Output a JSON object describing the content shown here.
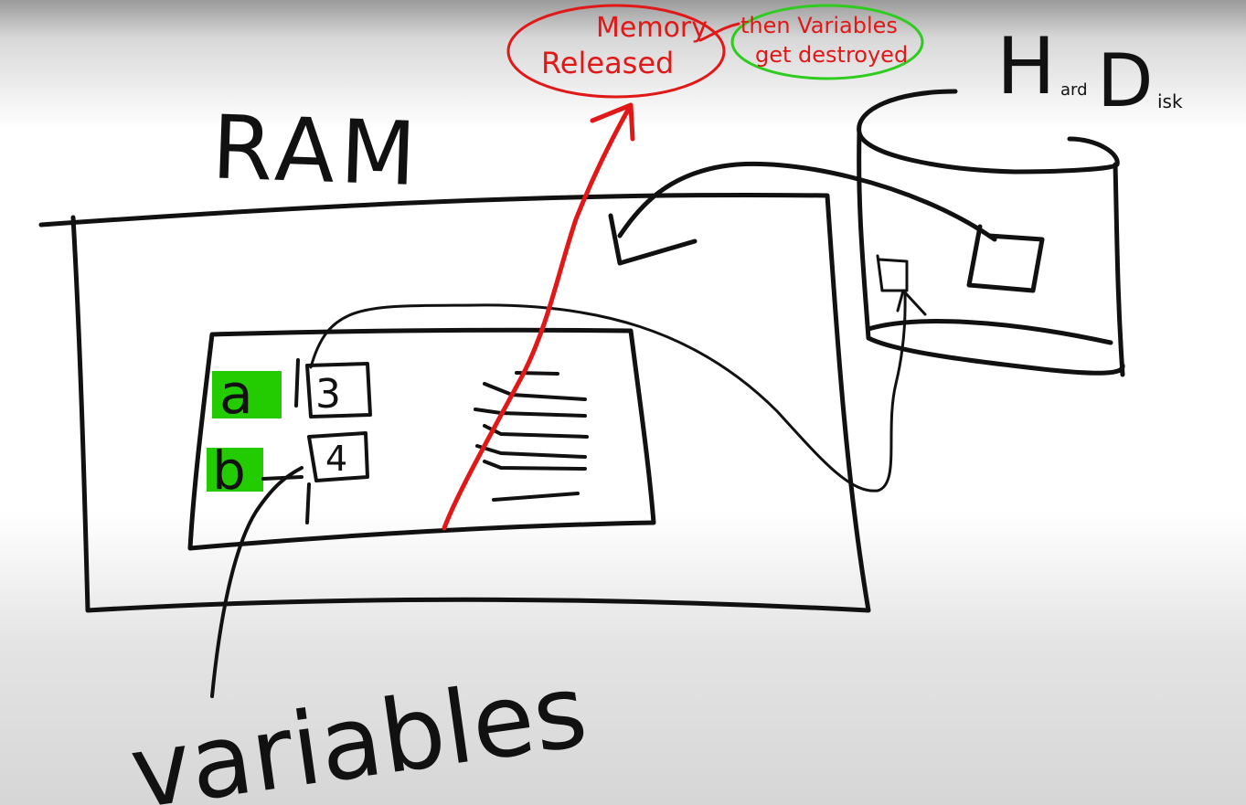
{
  "labels": {
    "ram": "RAM",
    "hard_letter_h": "H",
    "hard_suffix": "ard",
    "disk_letter_d": "D",
    "disk_suffix": "isk",
    "memory": "Memory",
    "released": "Released",
    "then_variables": "then Variables",
    "get_destroyed": "get destroyed",
    "var_a": "a",
    "var_b": "b",
    "value_a": "3",
    "value_b": "4",
    "variables": "variables"
  },
  "colors": {
    "ink_black": "#111111",
    "ink_red": "#e01818",
    "ink_green": "#2ecc1f",
    "highlight_green": "#22cc00"
  }
}
